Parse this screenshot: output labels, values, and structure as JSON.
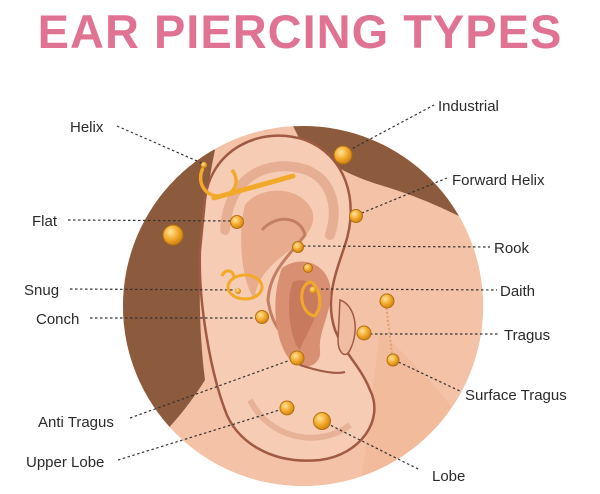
{
  "title": "EAR PIERCING TYPES",
  "labels": {
    "helix": "Helix",
    "flat": "Flat",
    "snug": "Snug",
    "conch": "Conch",
    "anti_tragus": "Anti Tragus",
    "upper_lobe": "Upper Lobe",
    "industrial": "Industrial",
    "forward_helix": "Forward Helix",
    "rook": "Rook",
    "daith": "Daith",
    "tragus": "Tragus",
    "surface_tragus": "Surface Tragus",
    "lobe": "Lobe"
  },
  "colors": {
    "title": "#e07392",
    "circle": "#dd9a7e",
    "skin": "#f6cdb4",
    "skin_shadow": "#e7a98d",
    "ear_outline": "#a05a44",
    "hair": "#8c5a3c",
    "jewelry": "#f2a92a"
  }
}
